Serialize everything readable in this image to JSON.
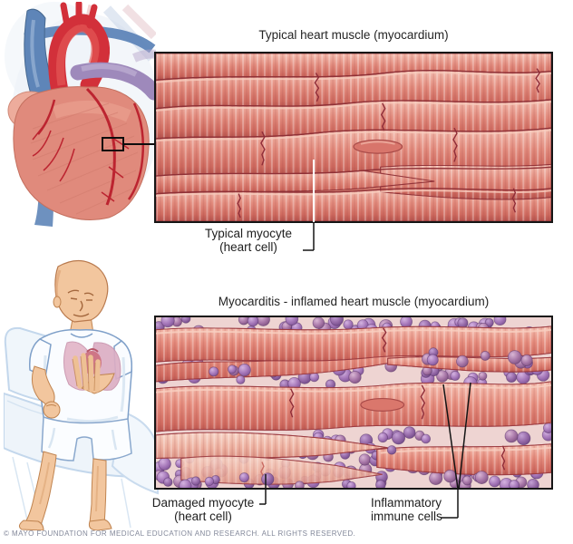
{
  "panels": {
    "typical": {
      "title": "Typical heart muscle (myocardium)",
      "label_line1": "Typical myocyte",
      "label_line2": "(heart cell)"
    },
    "myocarditis": {
      "title": "Myocarditis - inflamed heart muscle (myocardium)",
      "damaged_line1": "Damaged myocyte",
      "damaged_line2": "(heart cell)",
      "immune_line1": "Inflammatory",
      "immune_line2": "immune cells"
    }
  },
  "illustrations": {
    "heart_locator": "anatomical heart with magnified-region callout box",
    "patient": "man sitting on bed clutching chest in pain"
  },
  "footer": {
    "copyright": "© MAYO FOUNDATION FOR MEDICAL EDUCATION AND RESEARCH. ALL RIGHTS RESERVED."
  },
  "colors": {
    "fiber_pink": "#e2897b",
    "fiber_highlight": "#f4bcae",
    "fiber_shadow": "#b4524c",
    "fiber_outline": "#8f3036",
    "immune_purple": "#a678ba",
    "myocarditis_background": "#eed4d2",
    "panel_border": "#161616",
    "copyright_gray": "#83889a"
  }
}
